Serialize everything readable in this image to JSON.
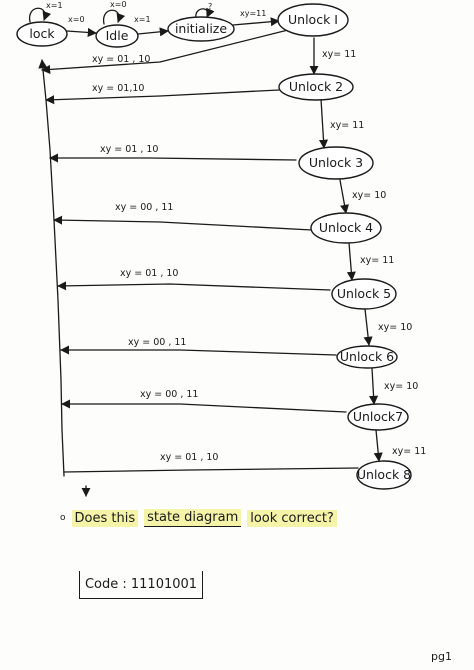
{
  "states": [
    {
      "id": "lock",
      "label": "lock"
    },
    {
      "id": "idle",
      "label": "Idle"
    },
    {
      "id": "initialize",
      "label": "initialize"
    },
    {
      "id": "unlock1",
      "label": "Unlock I"
    },
    {
      "id": "unlock2",
      "label": "Unlock 2"
    },
    {
      "id": "unlock3",
      "label": "Unlock 3"
    },
    {
      "id": "unlock4",
      "label": "Unlock 4"
    },
    {
      "id": "unlock5",
      "label": "Unlock 5"
    },
    {
      "id": "unlock6",
      "label": "Unlock 6"
    },
    {
      "id": "unlock7",
      "label": "Unlock7"
    },
    {
      "id": "unlock8",
      "label": "Unlock 8"
    }
  ],
  "top_edges": {
    "lock_self": "x=1",
    "lock_to_idle": "x=0",
    "idle_self": "x=0",
    "idle_to_initialize": "x=1",
    "initialize_self": "?",
    "initialize_to_unlock1": "xy=11"
  },
  "forward_edges": [
    "xy= 11",
    "xy= 11",
    "xy= 10",
    "xy= 11",
    "xy= 10",
    "xy= 10",
    "xy= 11"
  ],
  "return_edges": [
    "xy = 01 , 10",
    "xy = 01,10",
    "xy = 01 , 10",
    "xy = 00 , 11",
    "xy = 01 , 10",
    "xy = 00 , 11",
    "xy = 00 , 11",
    "xy = 01 , 10"
  ],
  "question": {
    "bullet": "o",
    "part1": "Does this",
    "part2": "state diagram",
    "part3": "look correct?"
  },
  "code_label": "Code : 11101001",
  "page_number": "pg1"
}
